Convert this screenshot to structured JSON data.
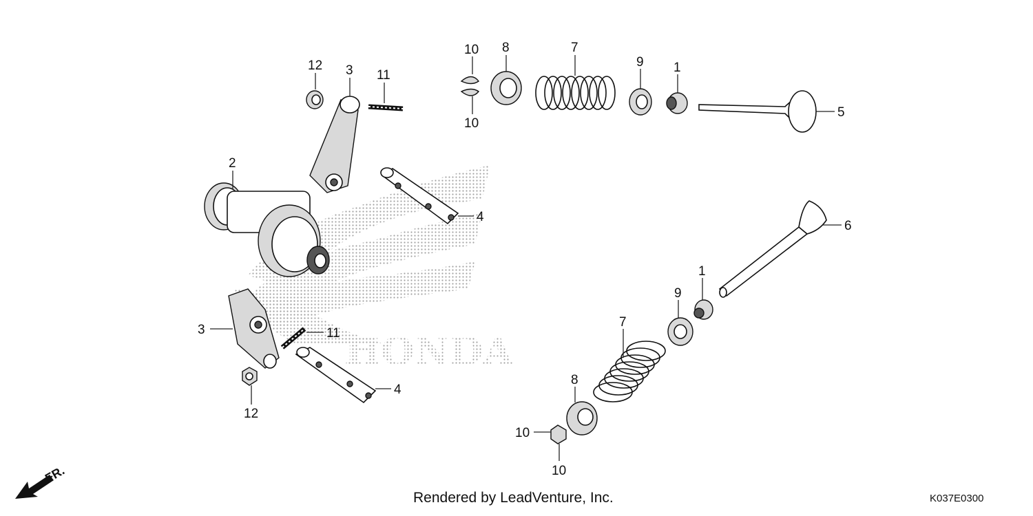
{
  "watermark": {
    "brand": "HONDA"
  },
  "front_indicator": {
    "label": "FR."
  },
  "callouts": {
    "c12a": "12",
    "c3a": "3",
    "c11a": "11",
    "c2": "2",
    "c4a": "4",
    "c10a": "10",
    "c10b": "10",
    "c8a": "8",
    "c7a": "7",
    "c9a": "9",
    "c1a": "1",
    "c5": "5",
    "c6": "6",
    "c1b": "1",
    "c9b": "9",
    "c7b": "7",
    "c8b": "8",
    "c10c": "10",
    "c10d": "10",
    "c3b": "3",
    "c11b": "11",
    "c4b": "4",
    "c12b": "12"
  },
  "footer": {
    "credit": "Rendered by LeadVenture, Inc.",
    "code": "K037E0300"
  }
}
